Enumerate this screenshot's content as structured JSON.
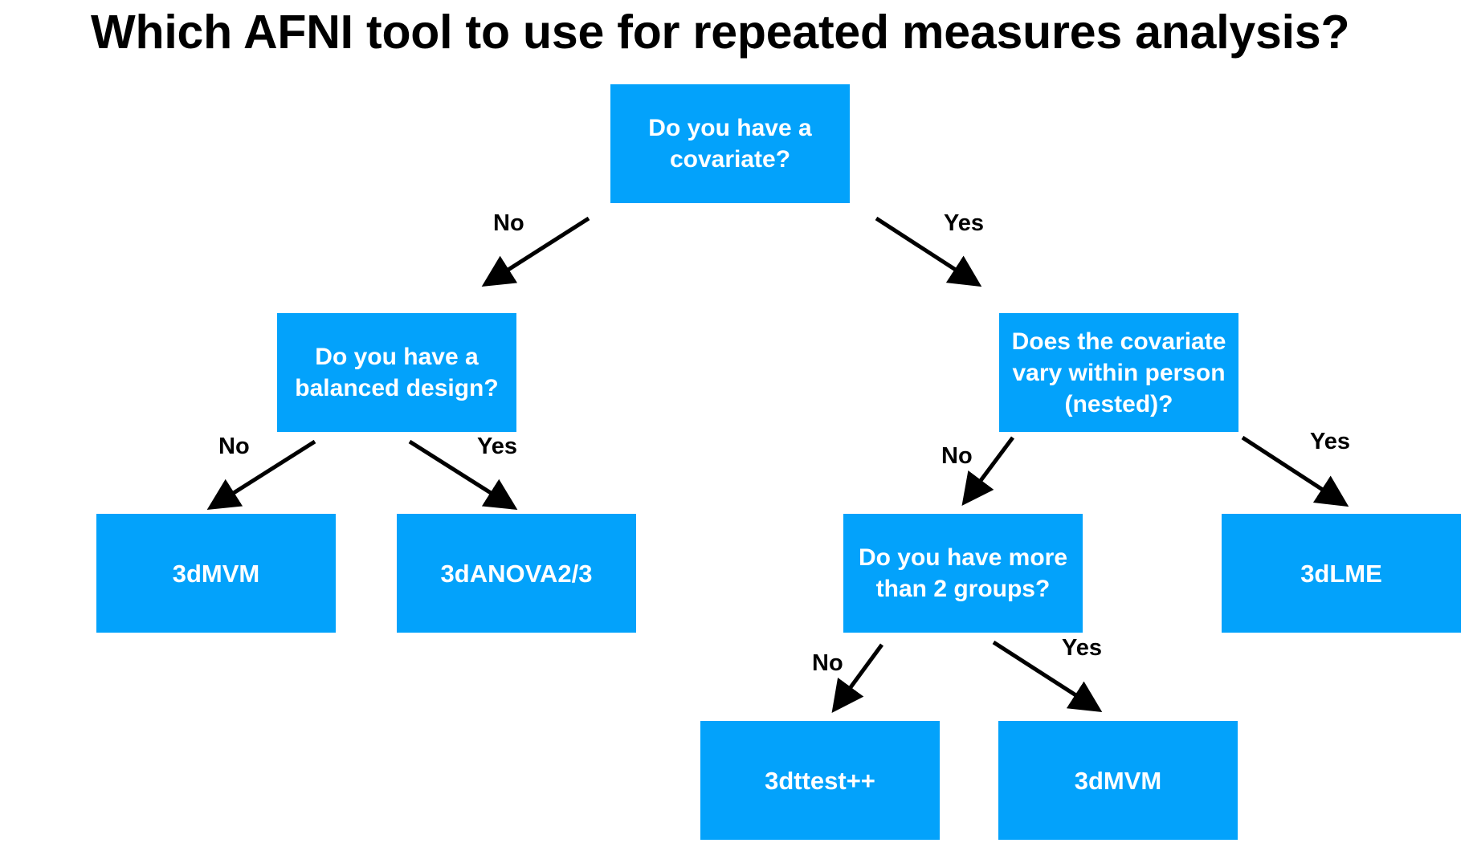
{
  "title": "Which AFNI tool to use for repeated measures analysis?",
  "colors": {
    "box_fill": "#03a2fb",
    "box_text": "#ffffff",
    "arrow": "#000000",
    "label_text": "#000000"
  },
  "nodes": {
    "covariate": "Do you have a\ncovariate?",
    "balanced": "Do you have a\nbalanced design?",
    "nested": "Does the covariate\nvary within person\n(nested)?",
    "leaf_3dmvm_left": "3dMVM",
    "leaf_3danova": "3dANOVA2/3",
    "groups": "Do you have more\nthan 2 groups?",
    "leaf_3dlme": "3dLME",
    "leaf_3dttest": "3dttest++",
    "leaf_3dmvm_right": "3dMVM"
  },
  "edges": {
    "covariate_no": "No",
    "covariate_yes": "Yes",
    "balanced_no": "No",
    "balanced_yes": "Yes",
    "nested_no": "No",
    "nested_yes": "Yes",
    "groups_no": "No",
    "groups_yes": "Yes"
  }
}
